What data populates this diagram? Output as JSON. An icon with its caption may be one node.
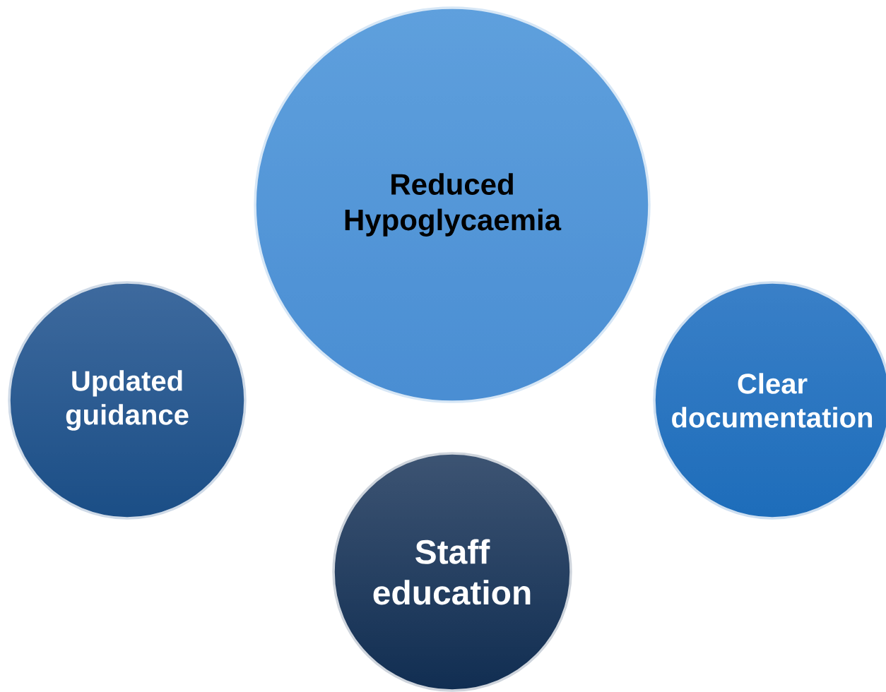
{
  "diagram": {
    "nodes": [
      {
        "text": [
          "Reduced Hypoglycaemia"
        ]
      },
      {
        "text": [
          "Updated guidance"
        ]
      },
      {
        "text": [
          "Clear documentation"
        ]
      },
      {
        "text": [
          "Staff education"
        ]
      }
    ]
  }
}
